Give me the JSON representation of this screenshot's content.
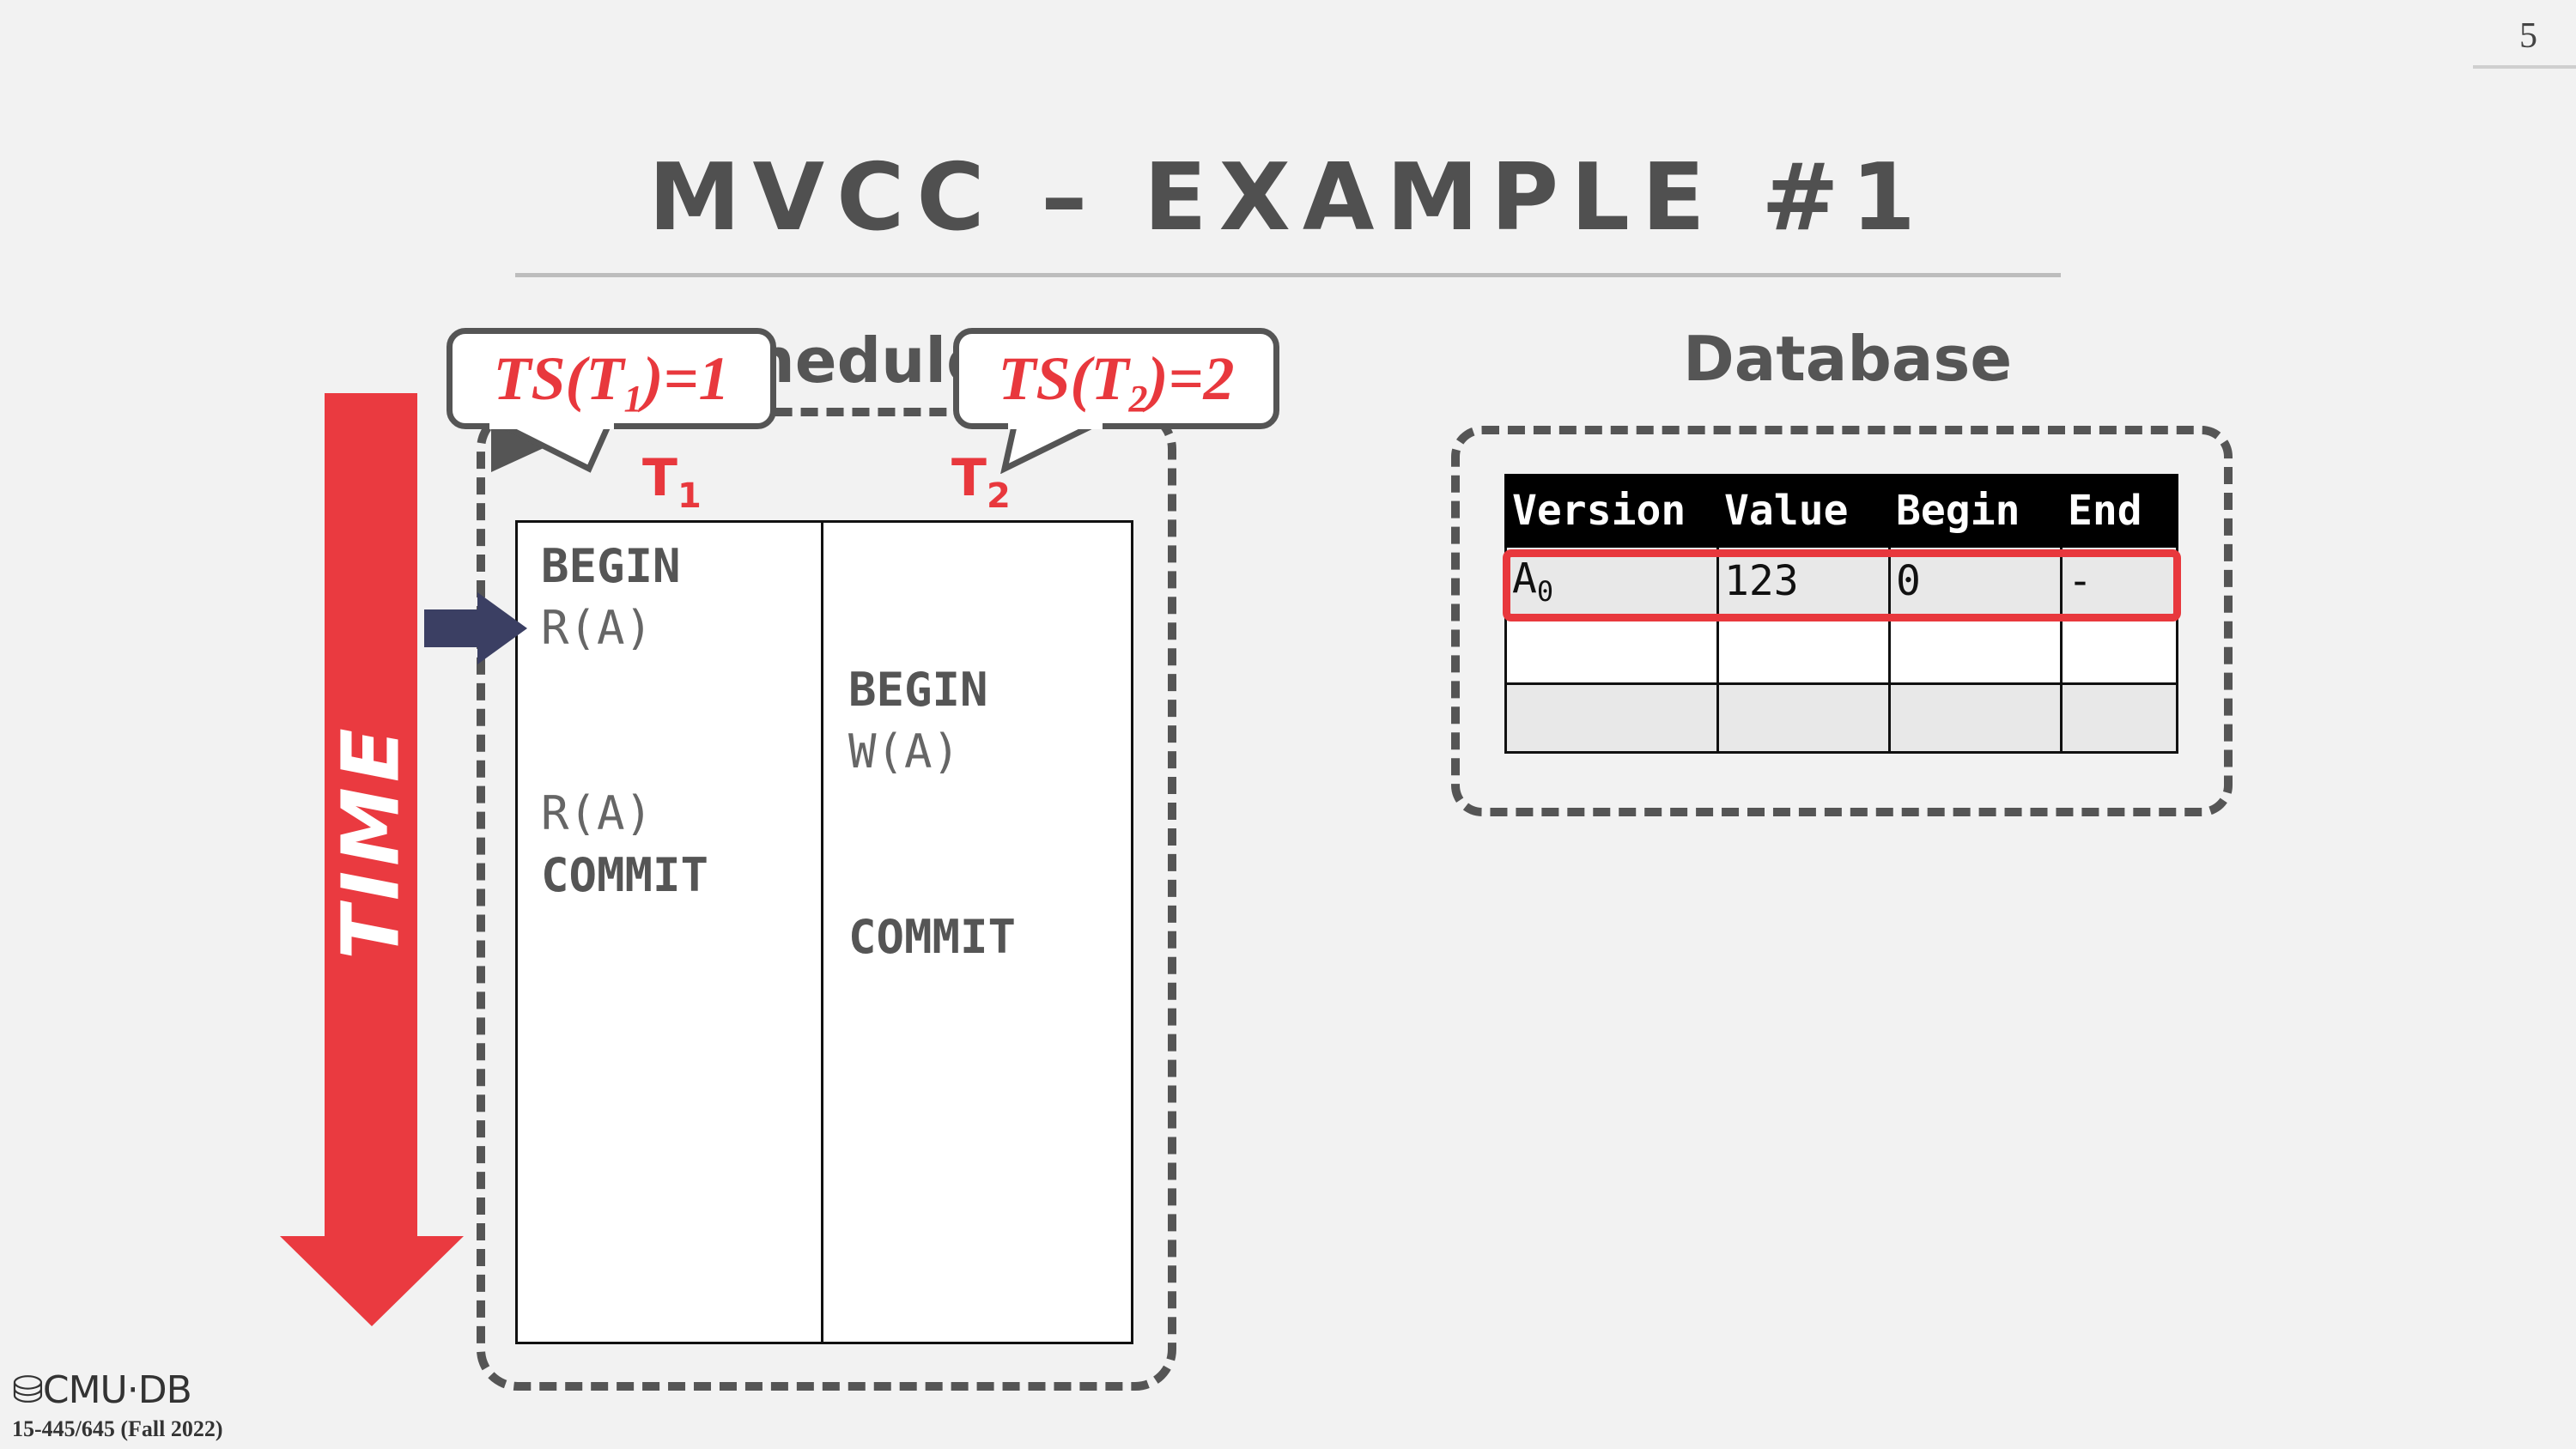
{
  "page_number": "5",
  "title": "MVCC – EXAMPLE #1",
  "schedule": {
    "heading": "Schedule",
    "t1_label": "T",
    "t1_sub": "1",
    "t2_label": "T",
    "t2_sub": "2",
    "t1_ops": [
      "BEGIN",
      "R(A)",
      "R(A)",
      "COMMIT"
    ],
    "t2_ops": [
      "BEGIN",
      "W(A)",
      "COMMIT"
    ]
  },
  "time_label": "TIME",
  "callouts": {
    "ts1": {
      "pre": "TS(T",
      "sub": "1",
      "post": ")=1"
    },
    "ts2": {
      "pre": "TS(T",
      "sub": "2",
      "post": ")=2"
    }
  },
  "database": {
    "heading": "Database",
    "columns": [
      "Version",
      "Value",
      "Begin",
      "End"
    ],
    "rows": [
      {
        "version": "A",
        "version_sub": "0",
        "value": "123",
        "begin": "0",
        "end": "-"
      },
      {
        "version": "",
        "version_sub": "",
        "value": "",
        "begin": "",
        "end": ""
      },
      {
        "version": "",
        "version_sub": "",
        "value": "",
        "begin": "",
        "end": ""
      }
    ]
  },
  "footer": {
    "logo": "CMU·DB",
    "course": "15-445/645 (Fall 2022)"
  },
  "colors": {
    "accent_red": "#e8383d",
    "arrow_red": "#ea3a40",
    "pointer": "#3b3f63"
  }
}
